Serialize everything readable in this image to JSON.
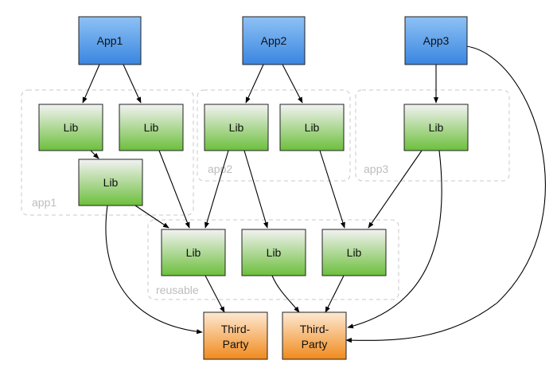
{
  "groups": {
    "app1": "app1",
    "app2": "app2",
    "app3": "app3",
    "reusable": "reusable"
  },
  "apps": {
    "app1": "App1",
    "app2": "App2",
    "app3": "App3"
  },
  "libs": {
    "app1_left": "Lib",
    "app1_right": "Lib",
    "app1_lower": "Lib",
    "app2_left": "Lib",
    "app2_right": "Lib",
    "app3": "Lib",
    "reusable_left": "Lib",
    "reusable_middle": "Lib",
    "reusable_right": "Lib"
  },
  "third_party": {
    "left": [
      "Third-",
      "Party"
    ],
    "right": [
      "Third-",
      "Party"
    ]
  },
  "colors": {
    "app_top": "#8ec1f5",
    "app_bottom": "#3a86e0",
    "lib_top": "#f2f2f2",
    "lib_bottom": "#6cbf3c",
    "third_top": "#fde9d3",
    "third_bottom": "#f08a1c",
    "group_border": "#c8c8c8",
    "group_label": "#bdbdbd"
  }
}
